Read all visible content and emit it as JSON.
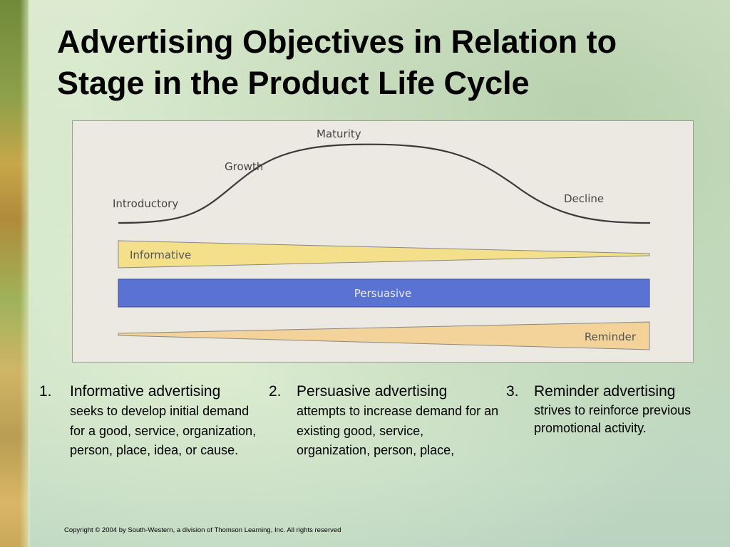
{
  "slide": {
    "title_line1": "Advertising Objectives in Relation to",
    "title_line2": "Stage in the Product Life Cycle",
    "copyright": "Copyright © 2004 by South-Western, a division of Thomson Learning, Inc. All rights reserved"
  },
  "diagram": {
    "stages": [
      "Introductory",
      "Growth",
      "Maturity",
      "Decline"
    ],
    "bands": [
      {
        "label": "Informative",
        "color": "#f4e08a"
      },
      {
        "label": "Persuasive",
        "color": "#5a72d2"
      },
      {
        "label": "Reminder",
        "color": "#f3d39a"
      }
    ]
  },
  "items": [
    {
      "number": "1.",
      "heading": "Informative advertising",
      "description": "seeks to develop initial demand for a good, service, organization, person, place, idea, or cause."
    },
    {
      "number": "2.",
      "heading": "Persuasive advertising",
      "description": "attempts to increase demand for an existing good, service, organization, person, place,"
    },
    {
      "number": "3.",
      "heading": "Reminder advertising",
      "description": "strives to reinforce previous promotional activity."
    }
  ]
}
